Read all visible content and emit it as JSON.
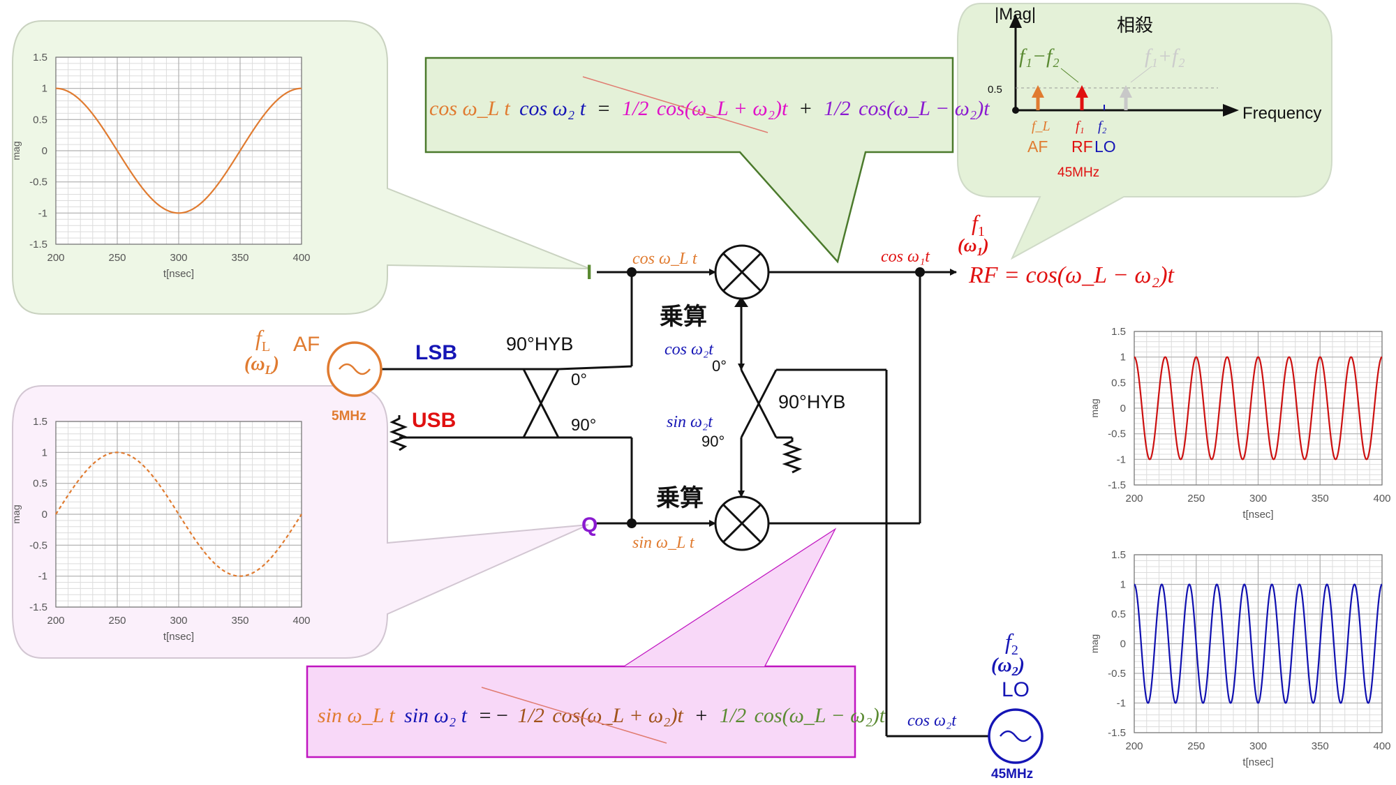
{
  "colors": {
    "orange": "#e07b30",
    "blue": "#1515b5",
    "red": "#e01010",
    "magenta": "#e010c8",
    "purple": "#8a1ad0",
    "green": "#5a8a32",
    "lightgray": "#c8c8c8",
    "bubble_green_fill": "#eef7e6",
    "bubble_pink_fill": "#fbf0fb",
    "box_green_fill": "#e4f1d8",
    "box_pink_fill": "#f8d8f8"
  },
  "source_af": {
    "symbol": "f",
    "subscript": "L",
    "omega": "(ω",
    "omega_sub": "L",
    "omega_close": ")",
    "label": "AF",
    "freq": "5MHz"
  },
  "source_lo": {
    "symbol": "f",
    "subscript": "2",
    "omega": "(ω",
    "omega_sub": "2",
    "omega_close": ")",
    "label": "LO",
    "freq": "45MHz",
    "signal": "cos ω₂t"
  },
  "hybrid_left": {
    "title": "90°HYB",
    "out0": "0°",
    "out90": "90°",
    "in_lsb": "LSB",
    "in_usb": "USB"
  },
  "hybrid_right": {
    "title": "90°HYB",
    "out0": "0°",
    "out90": "90°",
    "cos_label": "cos ω₂t",
    "sin_label": "sin ω₂t"
  },
  "mixers": {
    "top_label": "乗算",
    "bottom_label": "乗算"
  },
  "i_channel": {
    "label": "I",
    "signal": "cos ω_L t"
  },
  "q_channel": {
    "label": "Q",
    "signal": "sin ω_L t"
  },
  "output": {
    "freq_symbol": "f",
    "freq_sub": "1",
    "omega": "(ω",
    "omega_sub": "1",
    "omega_close": ")",
    "signal": "cos ω₁t",
    "equation": "RF = cos(ω_L − ω₂)t"
  },
  "equation_top": {
    "lhs_a": "cos ω_L t",
    "lhs_b": "cos ω₂ t",
    "eq": "=",
    "frac": "1/2",
    "sum_term": "cos(ω_L + ω₂)t",
    "plus": "+",
    "diff_term": "cos(ω_L − ω₂)t"
  },
  "equation_bottom": {
    "lhs_a": "sin ω_L t",
    "lhs_b": "sin ω₂ t",
    "eq": "= −",
    "frac": "1/2",
    "sum_term": "cos(ω_L + ω₂)t",
    "plus": "+",
    "diff_term": "cos(ω_L − ω₂)t"
  },
  "spectrum": {
    "ylabel": "|Mag|",
    "xlabel": "Frequency",
    "cancel_label": "相殺",
    "level_label": "0.5",
    "diff_label": "f₁−f₂",
    "sum_label": "f₁+f₂",
    "tick_fl": "f_L",
    "tick_f1": "f₁",
    "tick_f2": "f₂",
    "label_af": "AF",
    "label_rf": "RF",
    "label_lo": "LO",
    "label_rf_freq": "45MHz"
  },
  "chart_data": [
    {
      "id": "i_plot",
      "type": "line",
      "xlabel": "t[nsec]",
      "ylabel": "mag",
      "x_ticks": [
        "200",
        "250",
        "300",
        "350",
        "400"
      ],
      "y_ticks": [
        "1.5",
        "1",
        "0.5",
        "0",
        "-0.5",
        "-1",
        "-1.5"
      ],
      "xlim": [
        200,
        400
      ],
      "ylim": [
        -1.5,
        1.5
      ],
      "series": [
        {
          "wave": "cos",
          "period_ns": 200,
          "amplitude": 1,
          "color": "#e07b30",
          "dashed": false
        }
      ]
    },
    {
      "id": "q_plot",
      "type": "line",
      "xlabel": "t[nsec]",
      "ylabel": "mag",
      "x_ticks": [
        "200",
        "250",
        "300",
        "350",
        "400"
      ],
      "y_ticks": [
        "1.5",
        "1",
        "0.5",
        "0",
        "-0.5",
        "-1",
        "-1.5"
      ],
      "xlim": [
        200,
        400
      ],
      "ylim": [
        -1.5,
        1.5
      ],
      "series": [
        {
          "wave": "sin",
          "period_ns": 200,
          "amplitude": 1,
          "color": "#e07b30",
          "dashed": true
        }
      ]
    },
    {
      "id": "rf_plot",
      "type": "line",
      "xlabel": "t[nsec]",
      "ylabel": "mag",
      "x_ticks": [
        "200",
        "250",
        "300",
        "350",
        "400"
      ],
      "y_ticks": [
        "1.5",
        "1",
        "0.5",
        "0",
        "-0.5",
        "-1",
        "-1.5"
      ],
      "xlim": [
        200,
        400
      ],
      "ylim": [
        -1.5,
        1.5
      ],
      "series": [
        {
          "wave": "cos",
          "period_ns": 25,
          "amplitude": 1,
          "color": "#cc1010",
          "dashed": false
        }
      ]
    },
    {
      "id": "lo_plot",
      "type": "line",
      "xlabel": "t[nsec]",
      "ylabel": "mag",
      "x_ticks": [
        "200",
        "250",
        "300",
        "350",
        "400"
      ],
      "y_ticks": [
        "1.5",
        "1",
        "0.5",
        "0",
        "-0.5",
        "-1",
        "-1.5"
      ],
      "xlim": [
        200,
        400
      ],
      "ylim": [
        -1.5,
        1.5
      ],
      "series": [
        {
          "wave": "cos",
          "period_ns": 22.22,
          "amplitude": 1,
          "color": "#1010b0",
          "dashed": false
        }
      ]
    }
  ]
}
